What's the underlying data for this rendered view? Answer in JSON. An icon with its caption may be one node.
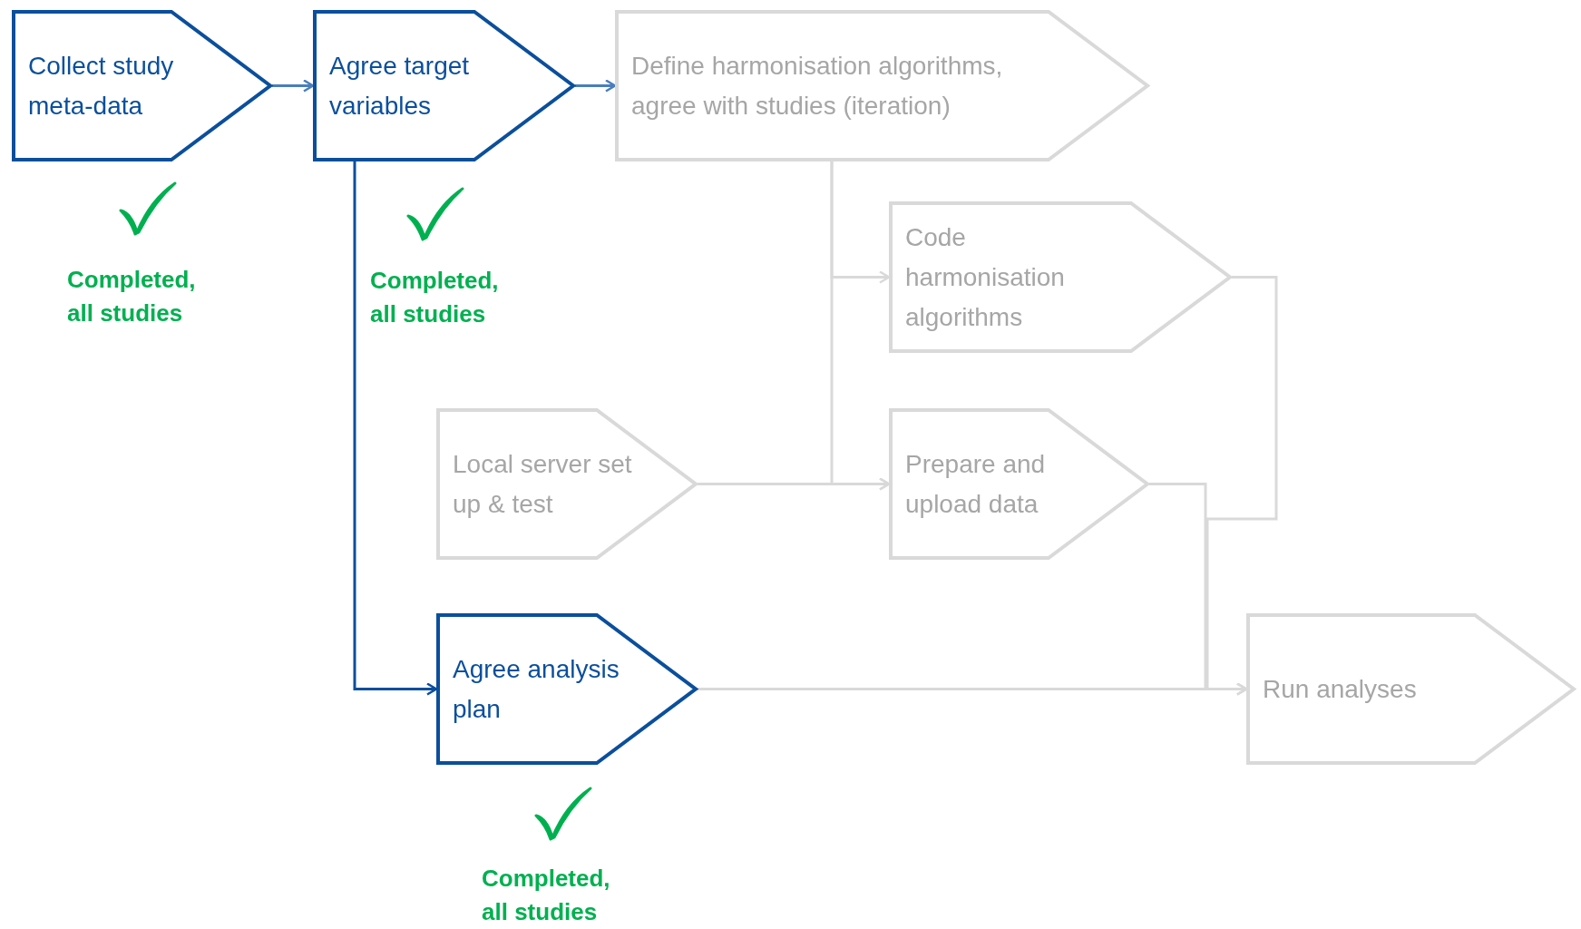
{
  "diagram": {
    "nodes": [
      {
        "text": [
          "Collect study meta-data"
        ]
      },
      {
        "text": [
          "Agree target variables"
        ]
      },
      {
        "text": [
          "Define harmonisation algorithms, agree with studies (iteration)"
        ]
      },
      {
        "text": [
          "Code harmonisation algorithms"
        ]
      },
      {
        "text": [
          "Local server set up & test"
        ]
      },
      {
        "text": [
          "Prepare and upload data"
        ]
      },
      {
        "text": [
          "Agree analysis plan"
        ]
      },
      {
        "text": [
          "Run analyses"
        ]
      }
    ],
    "edges": [
      {
        "from": 0,
        "to": 1,
        "arrow": "to",
        "color": "#4a7ebb"
      },
      {
        "from": 1,
        "to": 2,
        "arrow": "to",
        "color": "#4a7ebb"
      },
      {
        "from": 2,
        "to": 3,
        "arrow": "to"
      },
      {
        "from": 2,
        "to": 5,
        "arrow": "to"
      },
      {
        "from": 4,
        "to": 5,
        "arrow": "to"
      },
      {
        "from": 3,
        "to": 7,
        "arrow": "to"
      },
      {
        "from": 5,
        "to": 7,
        "arrow": "to"
      },
      {
        "from": 1,
        "to": 6,
        "arrow": "to",
        "color": "#0b4f9c"
      },
      {
        "from": 6,
        "to": 7,
        "arrow": "to"
      }
    ],
    "labels": [
      "Completed, all studies",
      "Completed, all studies",
      "Completed, all studies"
    ]
  }
}
